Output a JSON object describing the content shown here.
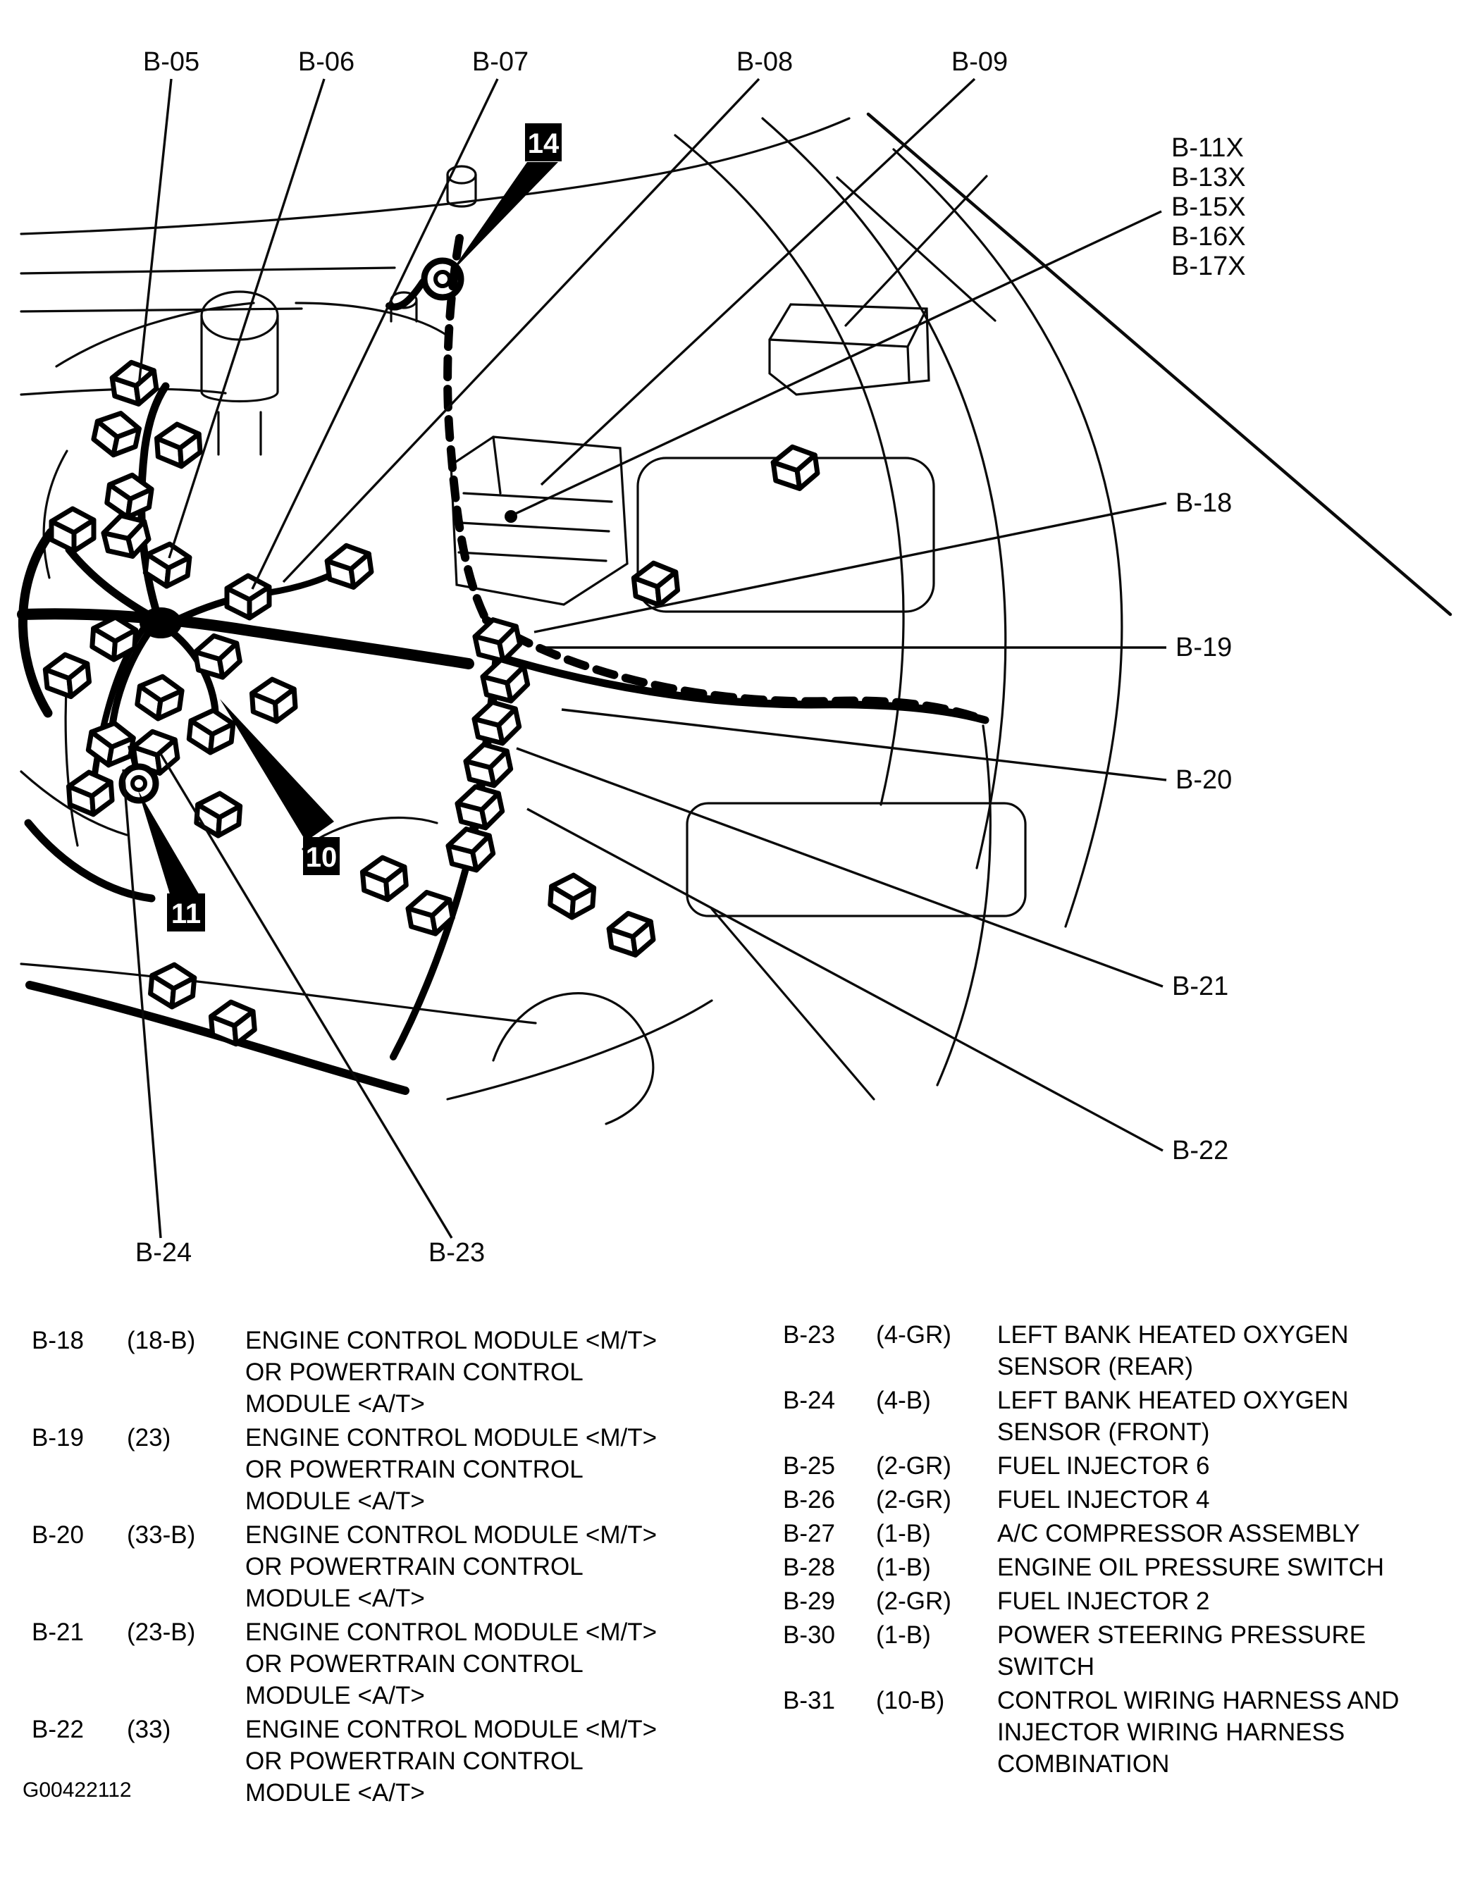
{
  "figure_id": "G00422112",
  "diagram": {
    "labels": {
      "b05": "B-05",
      "b06": "B-06",
      "b07": "B-07",
      "b08": "B-08",
      "b09": "B-09",
      "b11x": "B-11X",
      "b13x": "B-13X",
      "b15x": "B-15X",
      "b16x": "B-16X",
      "b17x": "B-17X",
      "b18": "B-18",
      "b19": "B-19",
      "b20": "B-20",
      "b21": "B-21",
      "b22": "B-22",
      "b23": "B-23",
      "b24": "B-24"
    },
    "callouts": {
      "c14": "14",
      "c10": "10",
      "c11": "11"
    }
  },
  "legend": {
    "left": [
      {
        "code": "B-18",
        "pin": "(18-B)",
        "desc": "ENGINE CONTROL MODULE <M/T>\nOR POWERTRAIN CONTROL\nMODULE <A/T>"
      },
      {
        "code": "B-19",
        "pin": "(23)",
        "desc": "ENGINE CONTROL MODULE <M/T>\nOR POWERTRAIN CONTROL\nMODULE <A/T>"
      },
      {
        "code": "B-20",
        "pin": "(33-B)",
        "desc": "ENGINE CONTROL MODULE <M/T>\nOR POWERTRAIN CONTROL\nMODULE <A/T>"
      },
      {
        "code": "B-21",
        "pin": "(23-B)",
        "desc": "ENGINE CONTROL MODULE <M/T>\nOR POWERTRAIN CONTROL\nMODULE <A/T>"
      },
      {
        "code": "B-22",
        "pin": "(33)",
        "desc": "ENGINE CONTROL MODULE <M/T>\nOR POWERTRAIN CONTROL\nMODULE <A/T>"
      }
    ],
    "right": [
      {
        "code": "B-23",
        "pin": "(4-GR)",
        "desc": "LEFT BANK HEATED OXYGEN\nSENSOR (REAR)"
      },
      {
        "code": "B-24",
        "pin": "(4-B)",
        "desc": "LEFT BANK HEATED OXYGEN\nSENSOR (FRONT)"
      },
      {
        "code": "B-25",
        "pin": "(2-GR)",
        "desc": "FUEL INJECTOR 6"
      },
      {
        "code": "B-26",
        "pin": "(2-GR)",
        "desc": "FUEL INJECTOR 4"
      },
      {
        "code": "B-27",
        "pin": "(1-B)",
        "desc": "A/C COMPRESSOR ASSEMBLY"
      },
      {
        "code": "B-28",
        "pin": "(1-B)",
        "desc": "ENGINE OIL PRESSURE SWITCH"
      },
      {
        "code": "B-29",
        "pin": "(2-GR)",
        "desc": "FUEL INJECTOR 2"
      },
      {
        "code": "B-30",
        "pin": "(1-B)",
        "desc": "POWER STEERING PRESSURE\nSWITCH"
      },
      {
        "code": "B-31",
        "pin": "(10-B)",
        "desc": "CONTROL WIRING HARNESS AND\nINJECTOR WIRING HARNESS\nCOMBINATION"
      }
    ]
  }
}
